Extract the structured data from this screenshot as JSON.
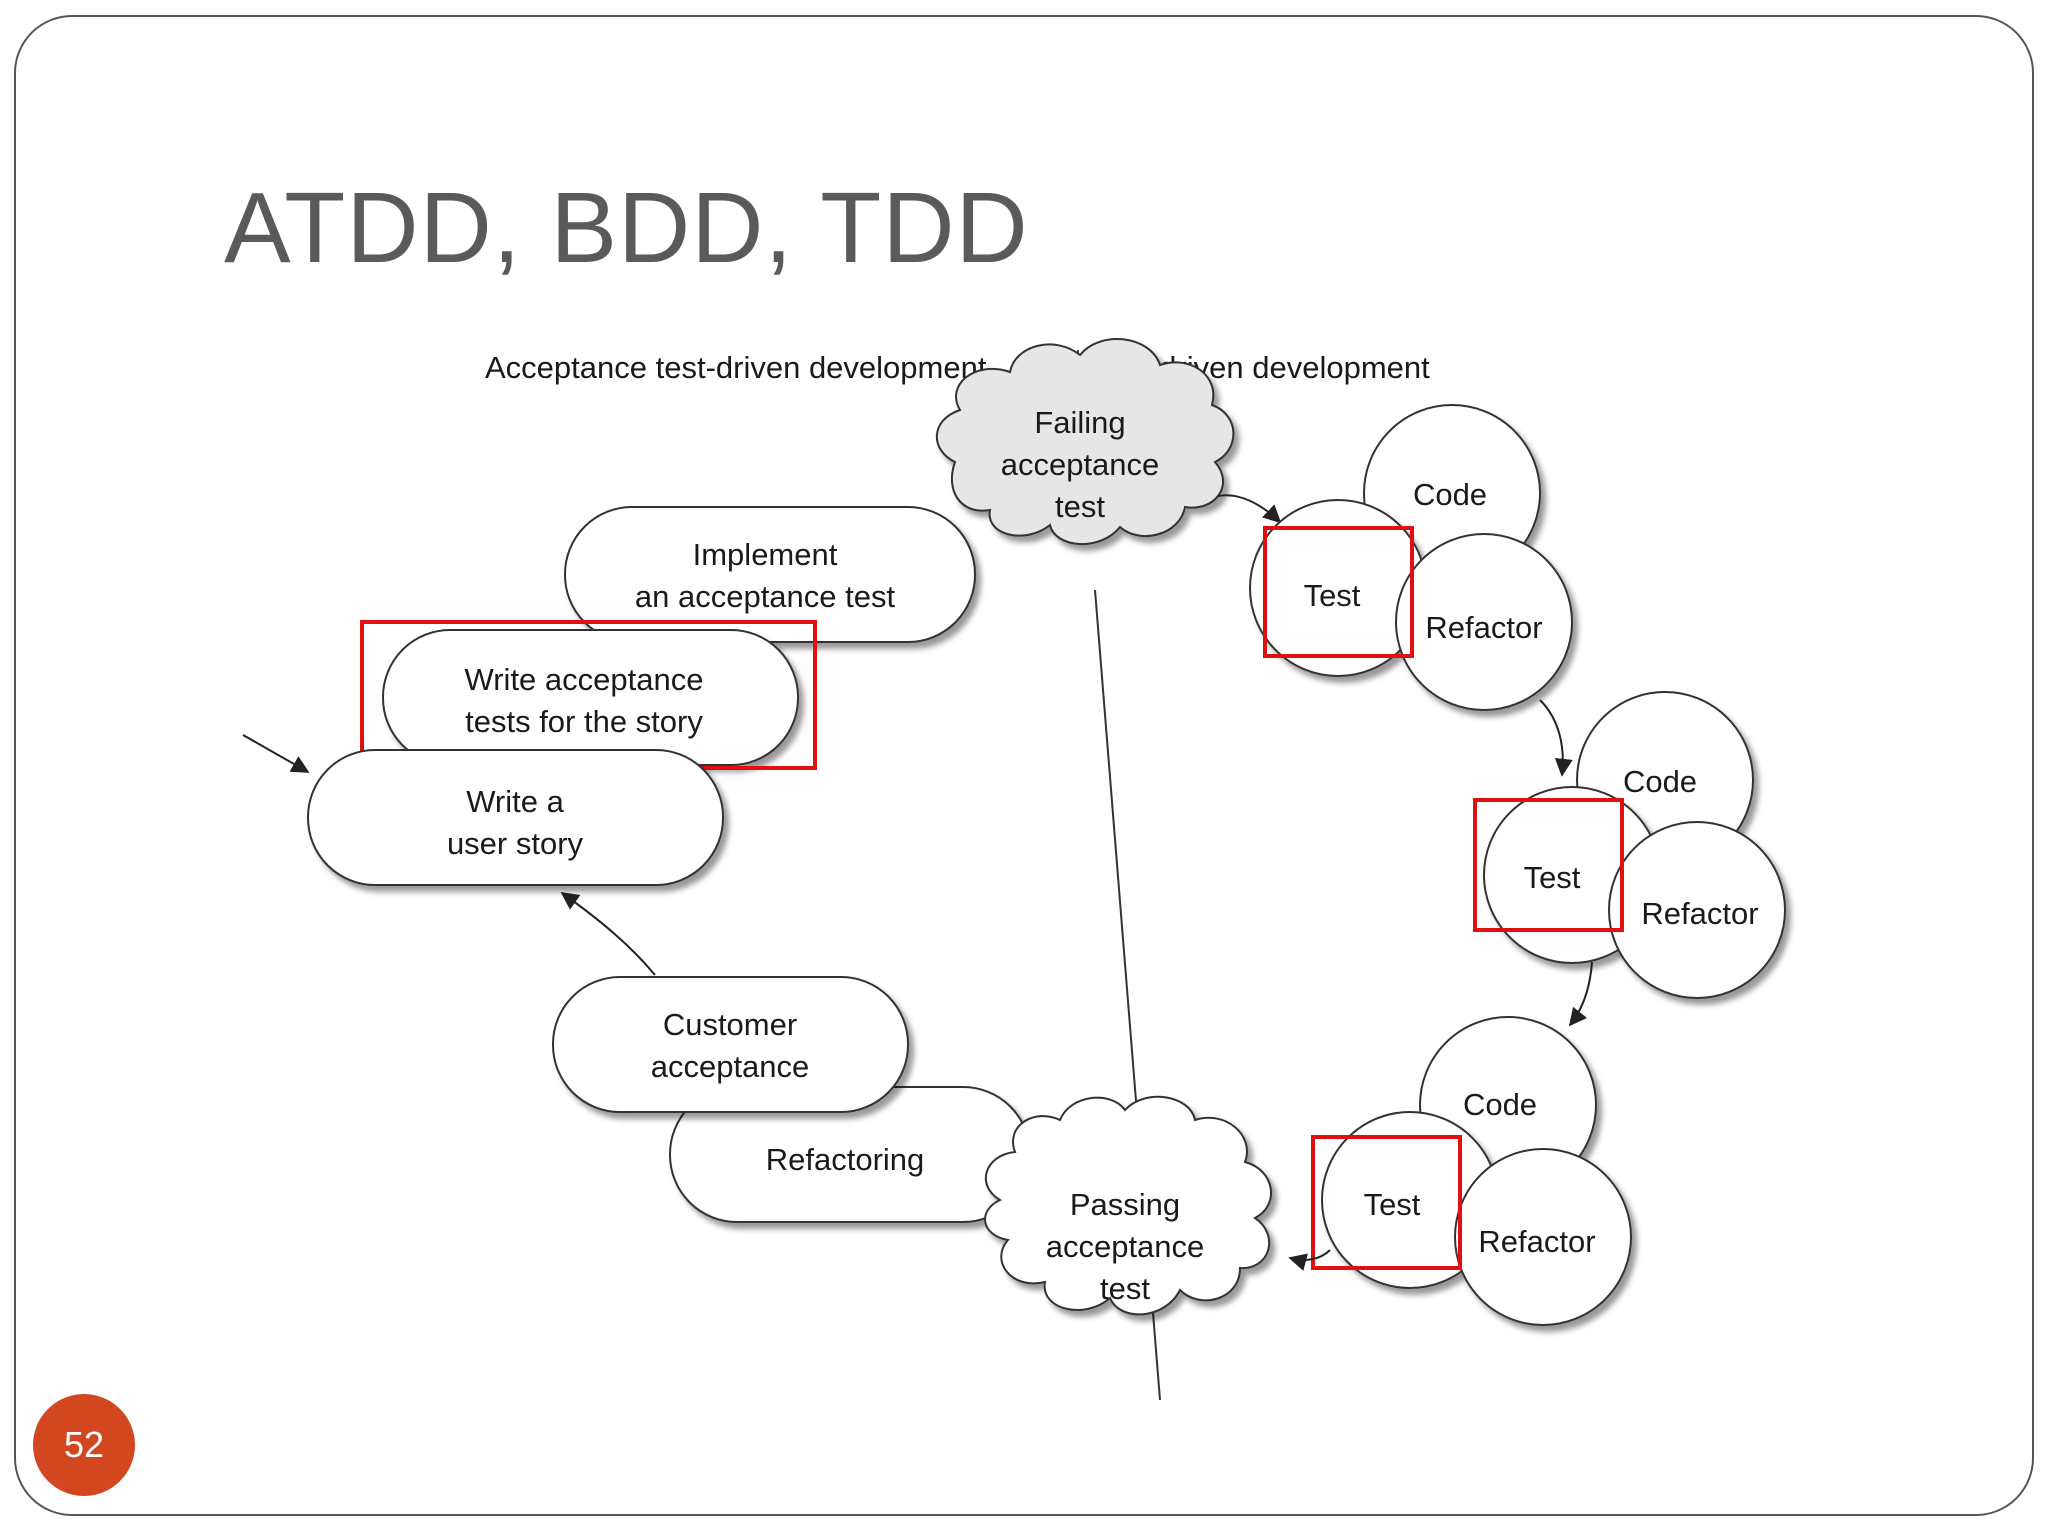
{
  "slide": {
    "title": "ATDD, BDD, TDD",
    "page_number": "52"
  },
  "diagram": {
    "headers": {
      "left": "Acceptance test-driven development",
      "right": "Test-driven development"
    },
    "steps": {
      "write_story": [
        "Write a",
        "user story"
      ],
      "write_tests": [
        "Write acceptance",
        "tests for the story"
      ],
      "implement_test": [
        "Implement",
        "an acceptance test"
      ],
      "customer_acceptance": [
        "Customer",
        "acceptance"
      ],
      "refactoring": "Refactoring"
    },
    "clouds": {
      "failing": [
        "Failing",
        "acceptance",
        "test"
      ],
      "passing": [
        "Passing",
        "acceptance",
        "test"
      ]
    },
    "tdd_cycles": [
      {
        "code": "Code",
        "test": "Test",
        "refactor": "Refactor"
      },
      {
        "code": "Code",
        "test": "Test",
        "refactor": "Refactor"
      },
      {
        "code": "Code",
        "test": "Test",
        "refactor": "Refactor"
      }
    ],
    "colors": {
      "highlight": "#e01010",
      "cloud_fill": "#e6e6e6",
      "badge": "#d24720"
    }
  }
}
